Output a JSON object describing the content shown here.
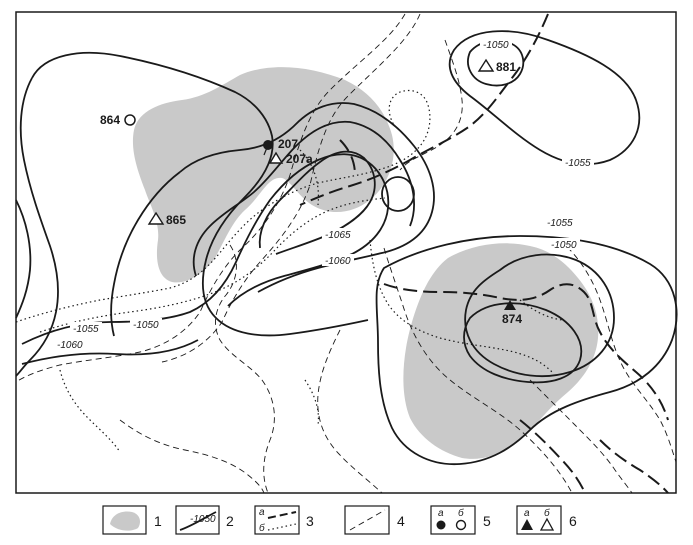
{
  "colors": {
    "ink": "#1a1a1a",
    "shade": "#c9c9c9",
    "paper": "#ffffff"
  },
  "wells": {
    "w864": "864",
    "w207": "207",
    "w207a": "207a",
    "w865": "865",
    "w881": "881",
    "w874": "874"
  },
  "contours": {
    "c1050_ne": "-1050",
    "c1055_ne": "-1055",
    "c1065": "-1065",
    "c1060_mid": "-1060",
    "c1055_se": "-1055",
    "c1050_se": "-1050",
    "c1055_sw": "-1055",
    "c1050_sw": "-1050",
    "c1060_sw": "-1060"
  },
  "legend": {
    "n1": "1",
    "n2": "2",
    "n3": "3",
    "n4": "4",
    "n5": "5",
    "n6": "6",
    "contour_sample": "-1050",
    "a": "а",
    "b": "б"
  }
}
